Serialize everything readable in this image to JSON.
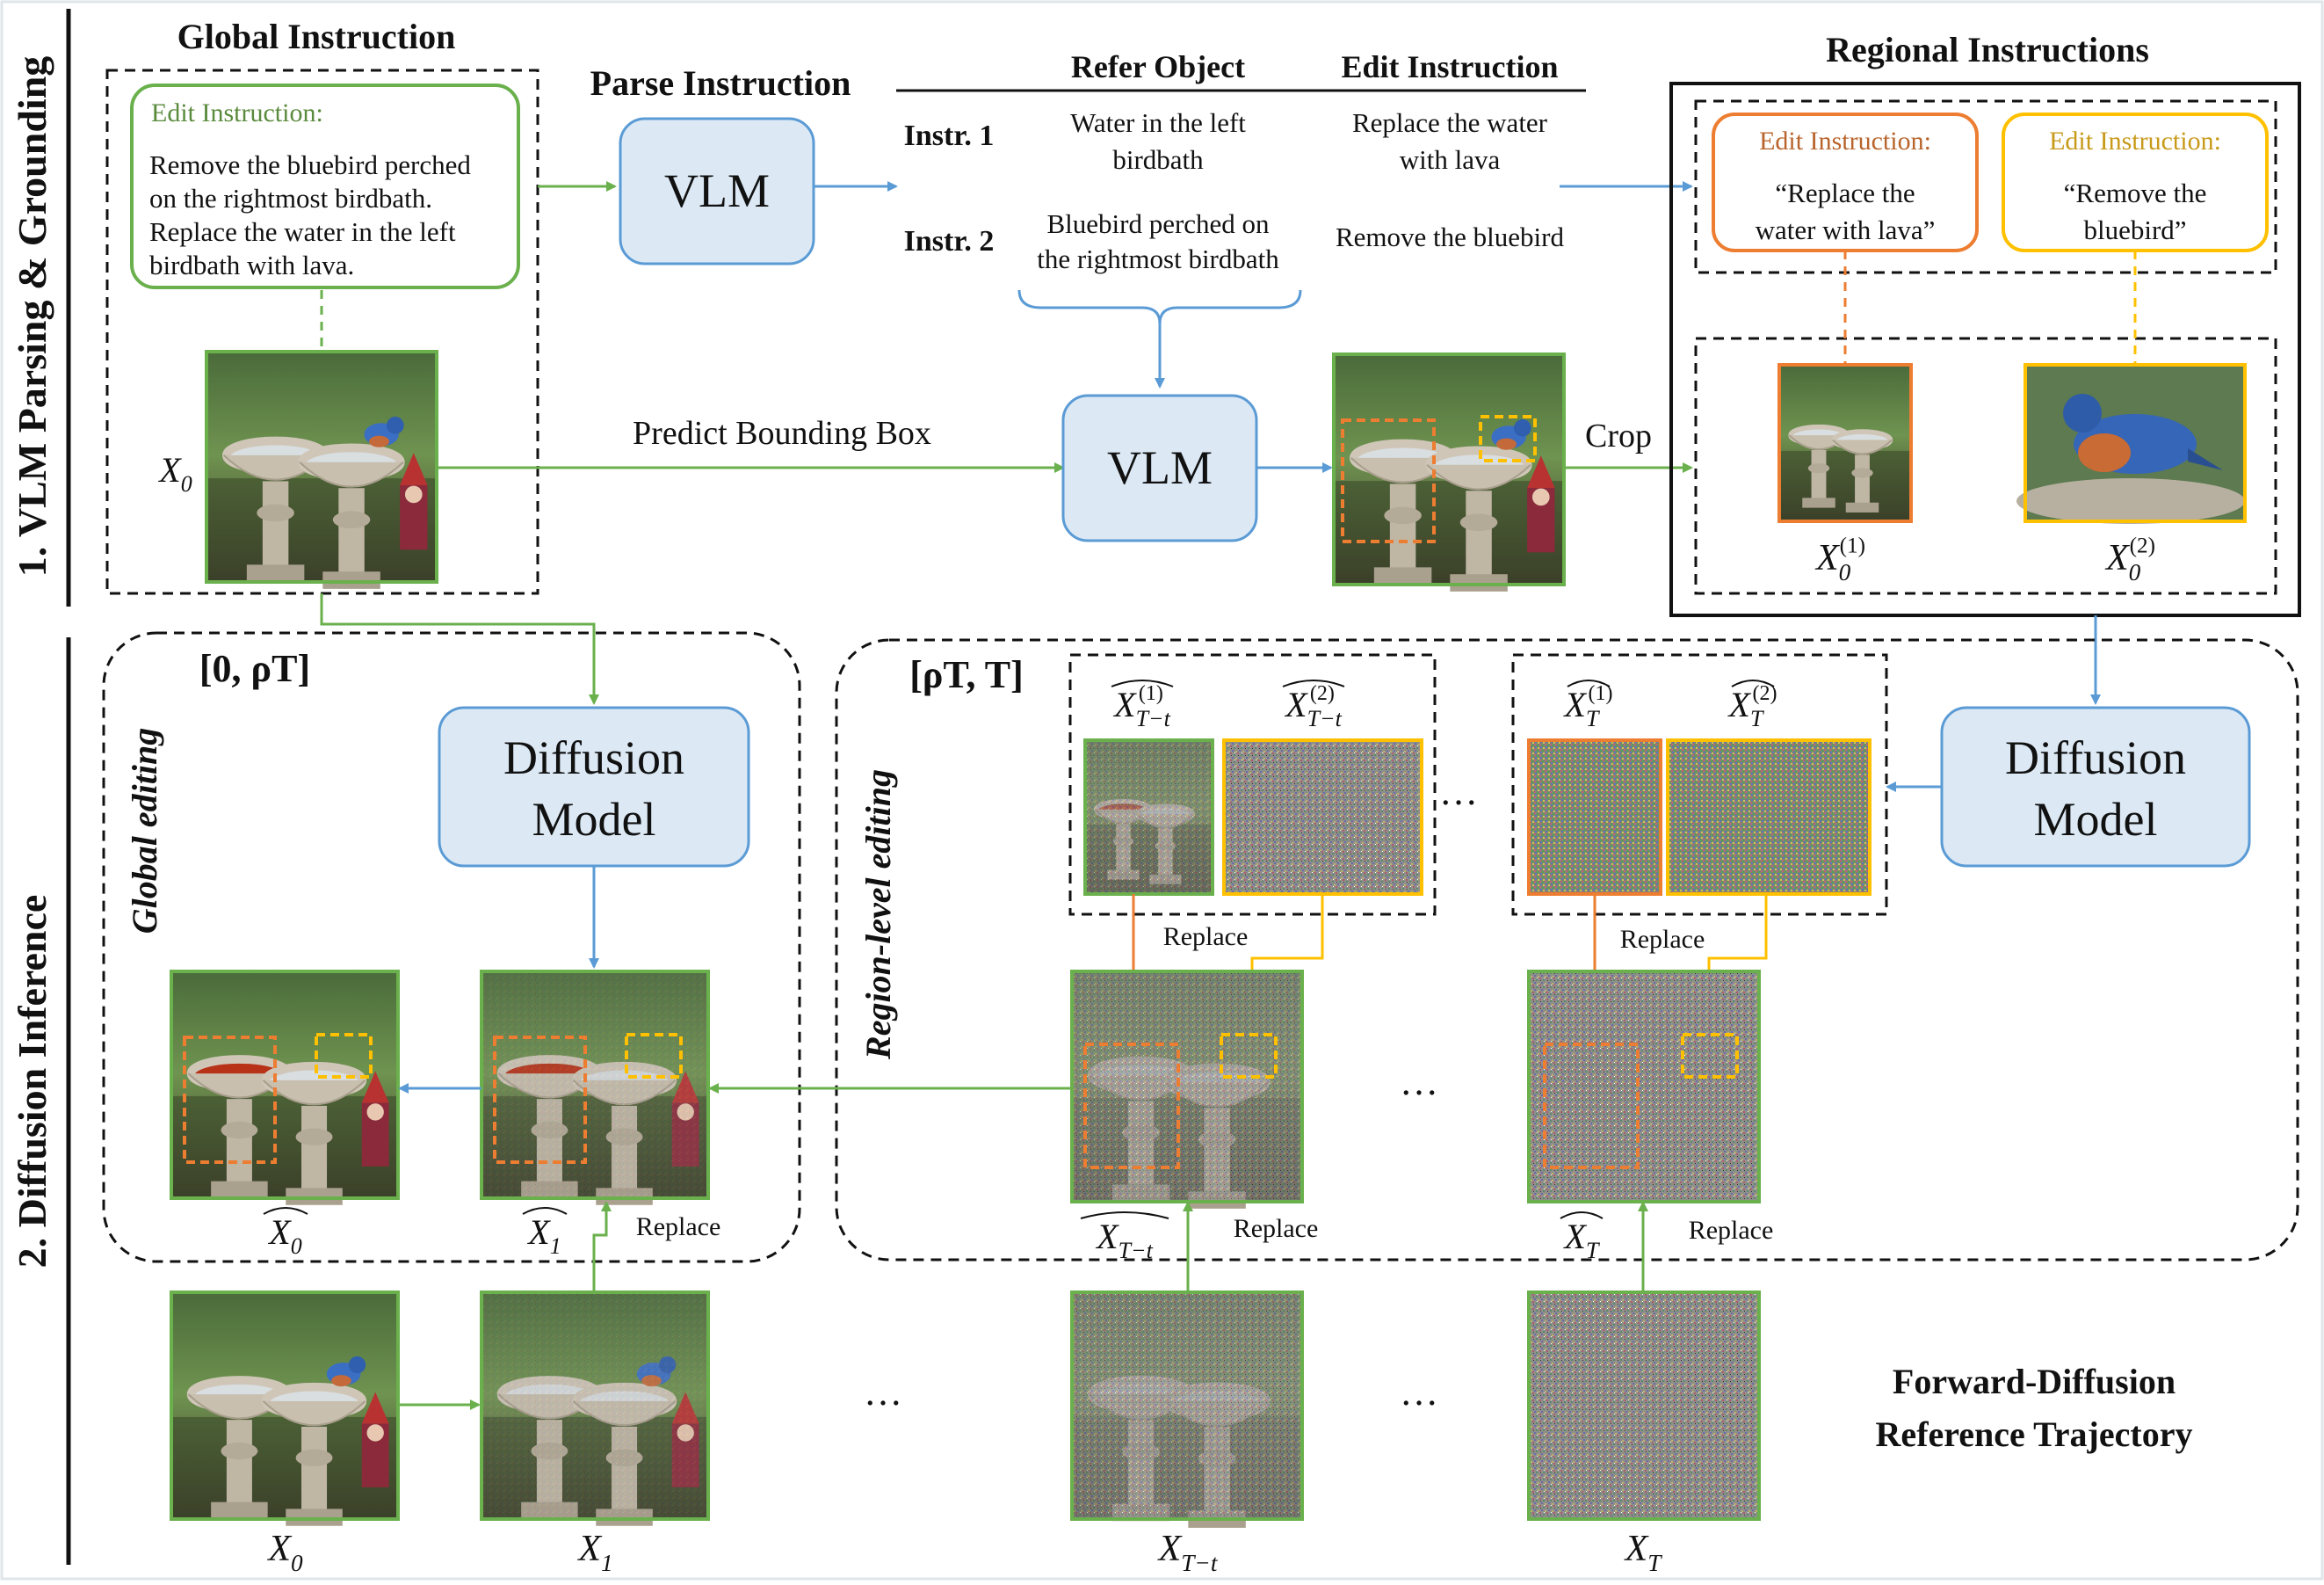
{
  "sections": {
    "s1": "1. VLM Parsing & Grounding",
    "s2": "2. Diffusion Inference"
  },
  "global": {
    "title": "Global Instruction",
    "box_label": "Edit Instruction:",
    "instruction_lines": [
      "Remove the bluebird perched",
      "on the rightmost birdbath.",
      "Replace the water in the left",
      "birdbath with lava."
    ],
    "image_label": "X0"
  },
  "parse": {
    "title": "Parse Instruction",
    "vlm": "VLM",
    "col_refer": "Refer Object",
    "col_edit": "Edit Instruction",
    "instr1_label": "Instr. 1",
    "instr1_refer": [
      "Water in the left",
      "birdbath"
    ],
    "instr1_edit": [
      "Replace the water",
      "with lava"
    ],
    "instr2_label": "Instr. 2",
    "instr2_refer": [
      "Bluebird perched on",
      "the rightmost birdbath"
    ],
    "instr2_edit": [
      "Remove the bluebird"
    ]
  },
  "grounding": {
    "predict_label": "Predict Bounding Box",
    "vlm": "VLM",
    "crop_label": "Crop"
  },
  "regional": {
    "title": "Regional Instructions",
    "box1_label": "Edit Instruction:",
    "box1_text": [
      "“Replace  the",
      "water with lava”"
    ],
    "box2_label": "Edit Instruction:",
    "box2_text": [
      "“Remove the",
      "bluebird”"
    ],
    "crop1_label": "X0(1)",
    "crop2_label": "X0(2)"
  },
  "inference": {
    "global_range": "[0, ρT]",
    "global_tag": "Global editing",
    "region_range": "[ρT, T]",
    "region_tag": "Region-level editing",
    "diffusion_model": [
      "Diffusion",
      "Model"
    ],
    "replace": "Replace",
    "ellipsis": "…",
    "labels": {
      "x0_hat": "X̂0",
      "x1_hat": "X̂1",
      "xTt_hat": "X̂T−t",
      "xT_hat": "X̂T",
      "xTt1_hat": "X̂T−t(1)",
      "xTt2_hat": "X̂T−t(2)",
      "xT1_hat": "X̂T(1)",
      "xT2_hat": "X̂T(2)"
    }
  },
  "forward": {
    "title_lines": [
      "Forward-Diffusion",
      "Reference Trajectory"
    ],
    "x0": "X0",
    "x1": "X1",
    "xTt": "XT−t",
    "xT": "XT"
  },
  "colors": {
    "green": "#6ab04c",
    "blue_arrow": "#5b9bd5",
    "box_fill": "#dce9f5",
    "box_stroke": "#5b9bd5",
    "orange": "#ed7d31",
    "yellow": "#ffc000"
  }
}
